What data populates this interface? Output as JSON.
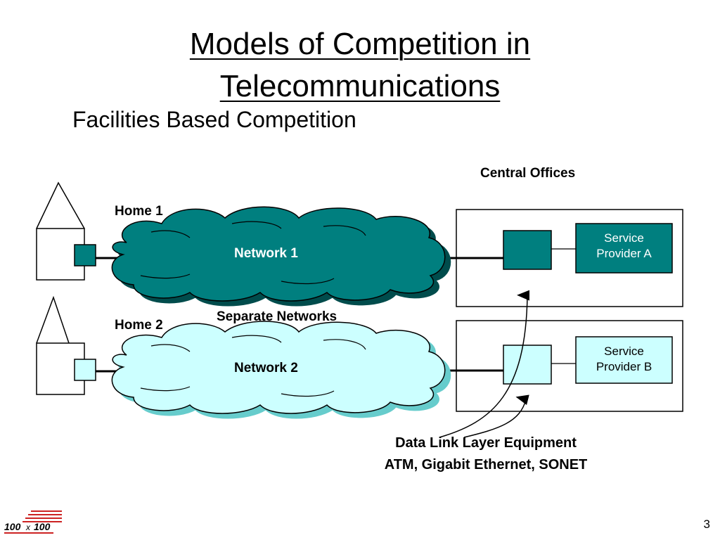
{
  "slide": {
    "title_line1": "Models of Competition in",
    "title_line2": "Telecommunications",
    "subtitle": "Facilities Based Competition",
    "page_number": "3"
  },
  "diagram": {
    "central_offices_label": "Central Offices",
    "home1_label": "Home 1",
    "home2_label": "Home 2",
    "network1_label": "Network 1",
    "network2_label": "Network 2",
    "separate_networks_label": "Separate Networks",
    "provider_a": {
      "line1": "Service",
      "line2": "Provider A"
    },
    "provider_b": {
      "line1": "Service",
      "line2": "Provider B"
    },
    "caption_line1": "Data Link Layer Equipment",
    "caption_line2": "ATM, Gigabit Ethernet, SONET"
  },
  "logo": {
    "text_left": "100",
    "text_x": "x",
    "text_right": "100"
  },
  "colors": {
    "network1_fill": "#007F7F",
    "network2_fill": "#CCFFFF",
    "shadow_fill": "#004C4C",
    "device_dark": "#007F7F",
    "device_light": "#CCFFFF",
    "logo_red": "#CC2222"
  }
}
